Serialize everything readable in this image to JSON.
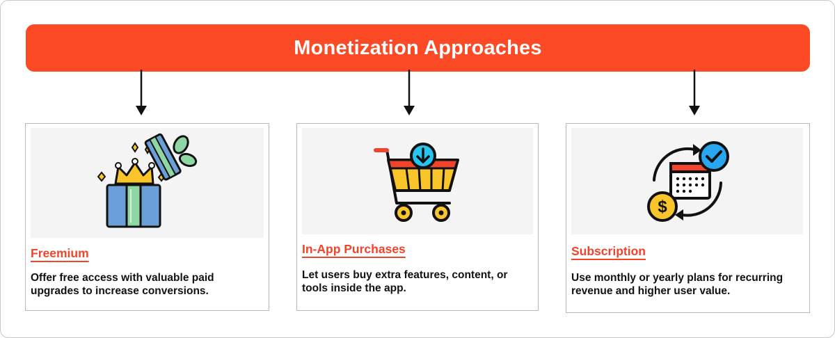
{
  "banner": {
    "title": "Monetization Approaches"
  },
  "cards": [
    {
      "icon": "gift-crown-icon",
      "title": "Freemium",
      "description": "Offer free access with valuable paid upgrades to increase conversions."
    },
    {
      "icon": "shopping-cart-download-icon",
      "title": "In-App Purchases",
      "description": "Let users buy extra features, content, or tools inside the app."
    },
    {
      "icon": "calendar-renewal-icon",
      "title": "Subscription",
      "description": "Use monthly or yearly plans for recurring revenue and higher user value."
    }
  ],
  "colors": {
    "accent": "#fd4a26",
    "title": "#f0452a",
    "text": "#111111"
  }
}
